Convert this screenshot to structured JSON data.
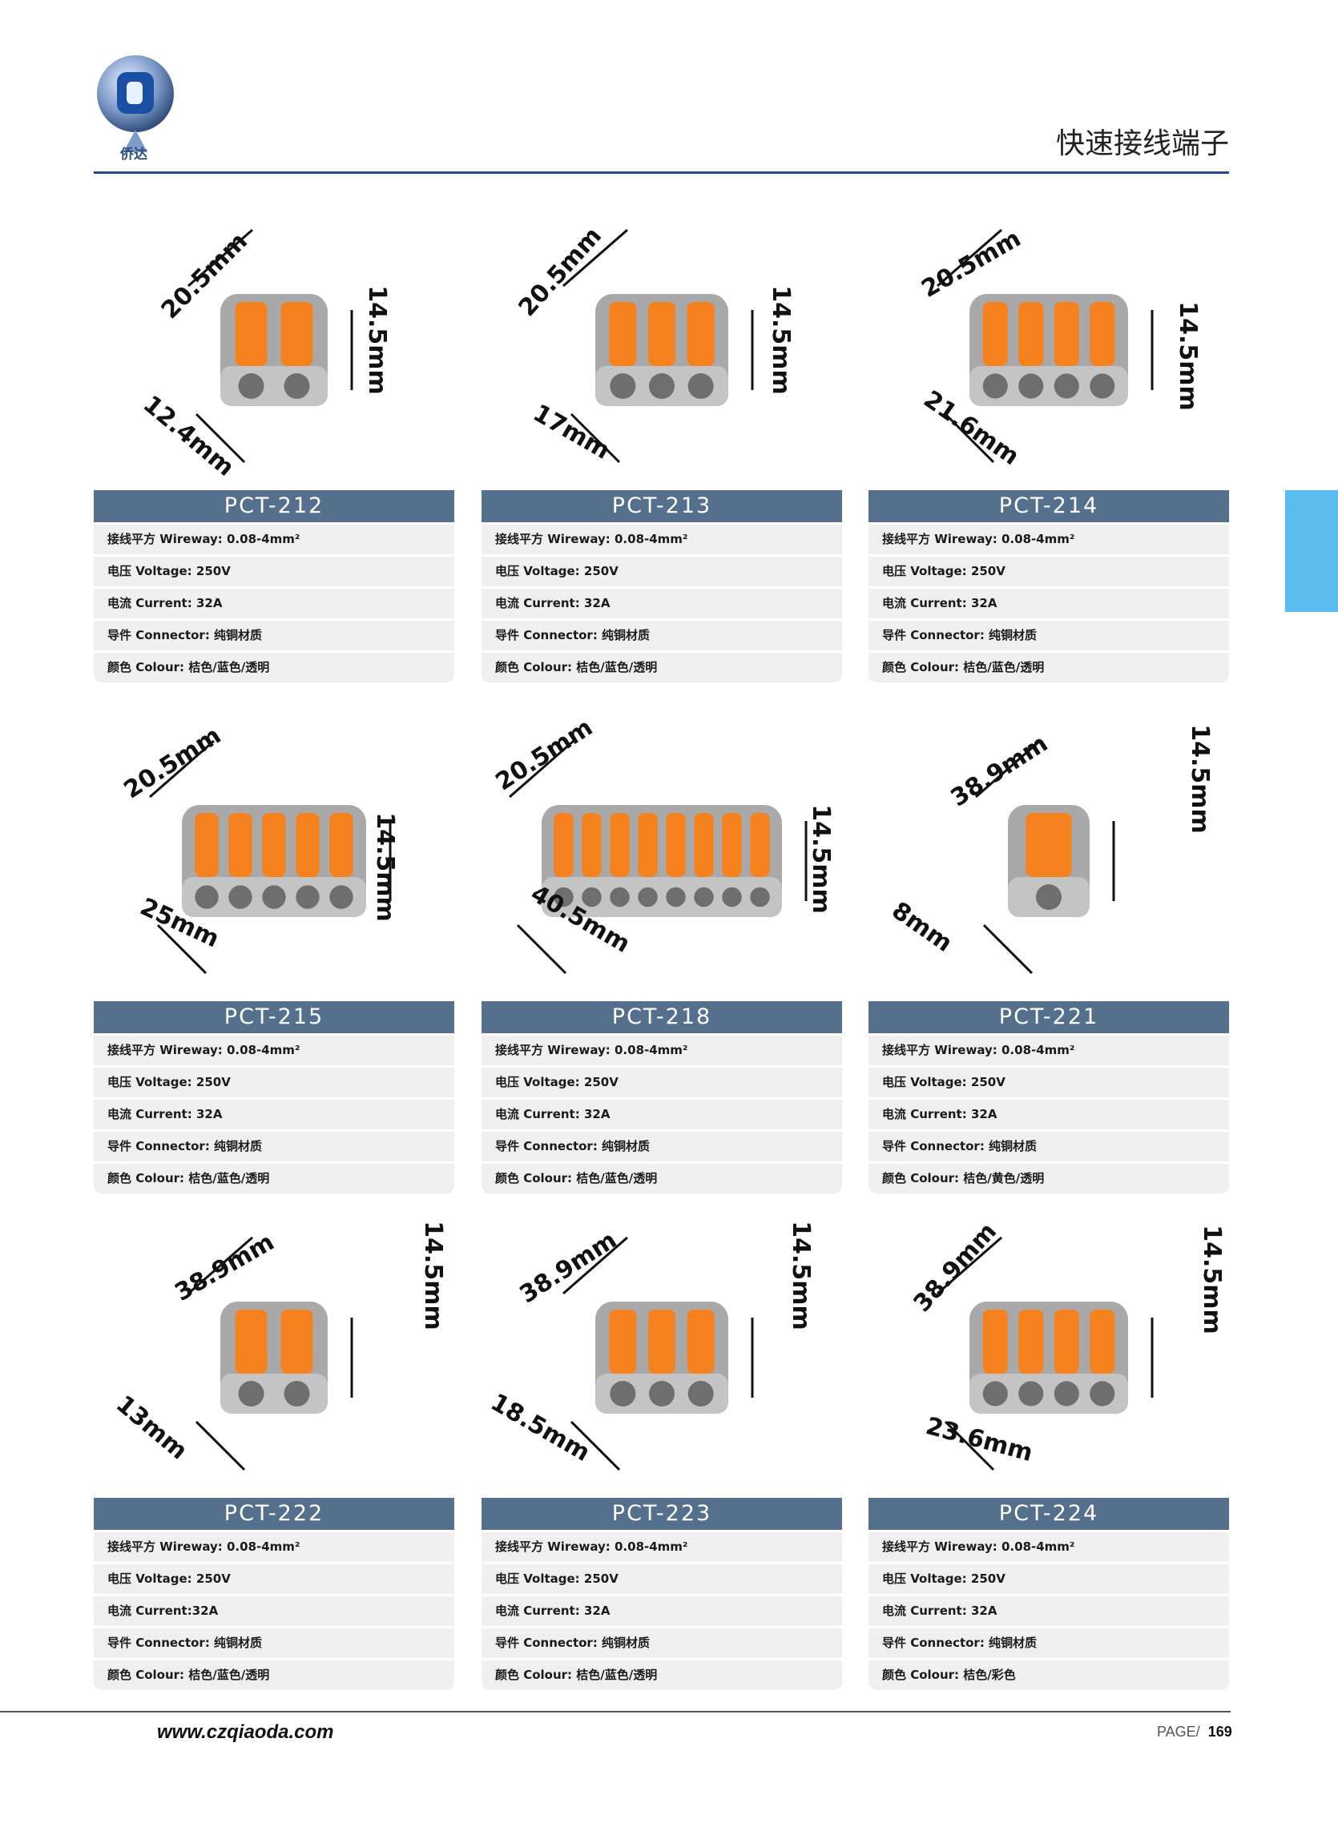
{
  "header": {
    "title": "快速接线端子",
    "logo_text": "侨达"
  },
  "footer": {
    "url": "www.czqiaoda.com",
    "page_label": "PAGE/",
    "page_number": "169"
  },
  "colors": {
    "header_rule": "#1f4d8c",
    "spec_header": "#55708d",
    "side_tab": "#5bbcf0",
    "lever": "#f5821f",
    "body": "#a9a9a9"
  },
  "products": [
    {
      "model": "PCT-212",
      "dims": [
        "20.5mm",
        "14.5mm",
        "12.4mm"
      ],
      "levers": 2,
      "specs": [
        "接线平方 Wireway: 0.08-4mm²",
        "电压 Voltage: 250V",
        "电流 Current: 32A",
        "导件 Connector: 纯铜材质",
        "颜色 Colour: 桔色/蓝色/透明"
      ]
    },
    {
      "model": "PCT-213",
      "dims": [
        "20.5mm",
        "14.5mm",
        "17mm"
      ],
      "levers": 3,
      "specs": [
        "接线平方 Wireway: 0.08-4mm²",
        "电压 Voltage: 250V",
        "电流 Current: 32A",
        "导件 Connector: 纯铜材质",
        "颜色 Colour: 桔色/蓝色/透明"
      ]
    },
    {
      "model": "PCT-214",
      "dims": [
        "20.5mm",
        "14.5mm",
        "21.6mm"
      ],
      "levers": 4,
      "specs": [
        "接线平方 Wireway: 0.08-4mm²",
        "电压 Voltage: 250V",
        "电流 Current: 32A",
        "导件 Connector: 纯铜材质",
        "颜色 Colour: 桔色/蓝色/透明"
      ]
    },
    {
      "model": "PCT-215",
      "dims": [
        "20.5mm",
        "14.5mm",
        "25mm"
      ],
      "levers": 5,
      "specs": [
        "接线平方 Wireway: 0.08-4mm²",
        "电压 Voltage: 250V",
        "电流 Current: 32A",
        "导件 Connector: 纯铜材质",
        "颜色 Colour: 桔色/蓝色/透明"
      ]
    },
    {
      "model": "PCT-218",
      "dims": [
        "20.5mm",
        "14.5mm",
        "40.5mm"
      ],
      "levers": 8,
      "specs": [
        "接线平方 Wireway: 0.08-4mm²",
        "电压 Voltage: 250V",
        "电流 Current: 32A",
        "导件 Connector: 纯铜材质",
        "颜色 Colour: 桔色/蓝色/透明"
      ]
    },
    {
      "model": "PCT-221",
      "dims": [
        "38.9mm",
        "14.5mm",
        "8mm"
      ],
      "levers": 1,
      "specs": [
        "接线平方 Wireway: 0.08-4mm²",
        "电压 Voltage: 250V",
        "电流 Current: 32A",
        "导件 Connector: 纯铜材质",
        "颜色 Colour: 桔色/黄色/透明"
      ]
    },
    {
      "model": "PCT-222",
      "dims": [
        "38.9mm",
        "14.5mm",
        "13mm"
      ],
      "levers": 2,
      "specs": [
        "接线平方 Wireway: 0.08-4mm²",
        "电压 Voltage: 250V",
        "电流 Current:32A",
        "导件 Connector: 纯铜材质",
        "颜色 Colour: 桔色/蓝色/透明"
      ]
    },
    {
      "model": "PCT-223",
      "dims": [
        "38.9mm",
        "14.5mm",
        "18.5mm"
      ],
      "levers": 3,
      "specs": [
        "接线平方 Wireway: 0.08-4mm²",
        "电压 Voltage: 250V",
        "电流 Current: 32A",
        "导件 Connector: 纯铜材质",
        "颜色 Colour: 桔色/蓝色/透明"
      ]
    },
    {
      "model": "PCT-224",
      "dims": [
        "38.9mm",
        "14.5mm",
        "23.6mm"
      ],
      "levers": 4,
      "specs": [
        "接线平方 Wireway: 0.08-4mm²",
        "电压 Voltage: 250V",
        "电流 Current: 32A",
        "导件 Connector: 纯铜材质",
        "颜色 Colour: 桔色/彩色"
      ]
    }
  ]
}
